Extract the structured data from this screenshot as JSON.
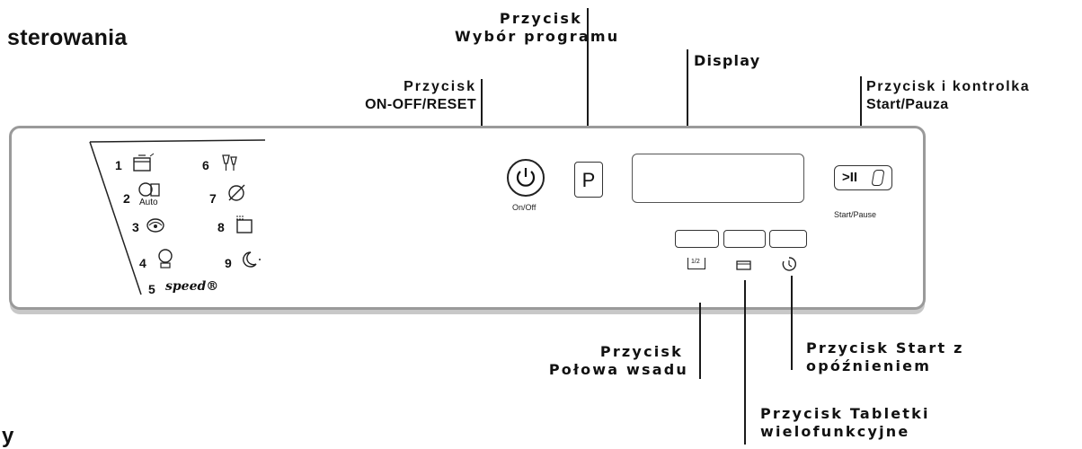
{
  "heading": "sterowania",
  "footer_fragment": "y",
  "callouts": {
    "program_select": [
      "Przycisk",
      "Wybór programu"
    ],
    "on_off": [
      "Przycisk",
      "ON-OFF/RESET"
    ],
    "display": "Display",
    "start_pause": [
      "Przycisk i kontrolka",
      "Start/Pauza"
    ],
    "half_load": [
      "Przycisk",
      "Połowa wsadu"
    ],
    "delay_start": [
      "Przycisk Start z",
      "opóźnieniem"
    ],
    "tablets": [
      "Przycisk Tabletki",
      "wielofunkcyjne"
    ]
  },
  "panel": {
    "programs": [
      "1",
      "2",
      "3",
      "4",
      "5",
      "6",
      "7",
      "8",
      "9"
    ],
    "program_sublabels": {
      "auto": "Auto",
      "speed": "speed®"
    },
    "power_label": "On/Off",
    "program_button": "P",
    "start_pause_label": "Start/Pause",
    "start_pause_glyph": ">II",
    "half_load_glyph": "1/2"
  }
}
